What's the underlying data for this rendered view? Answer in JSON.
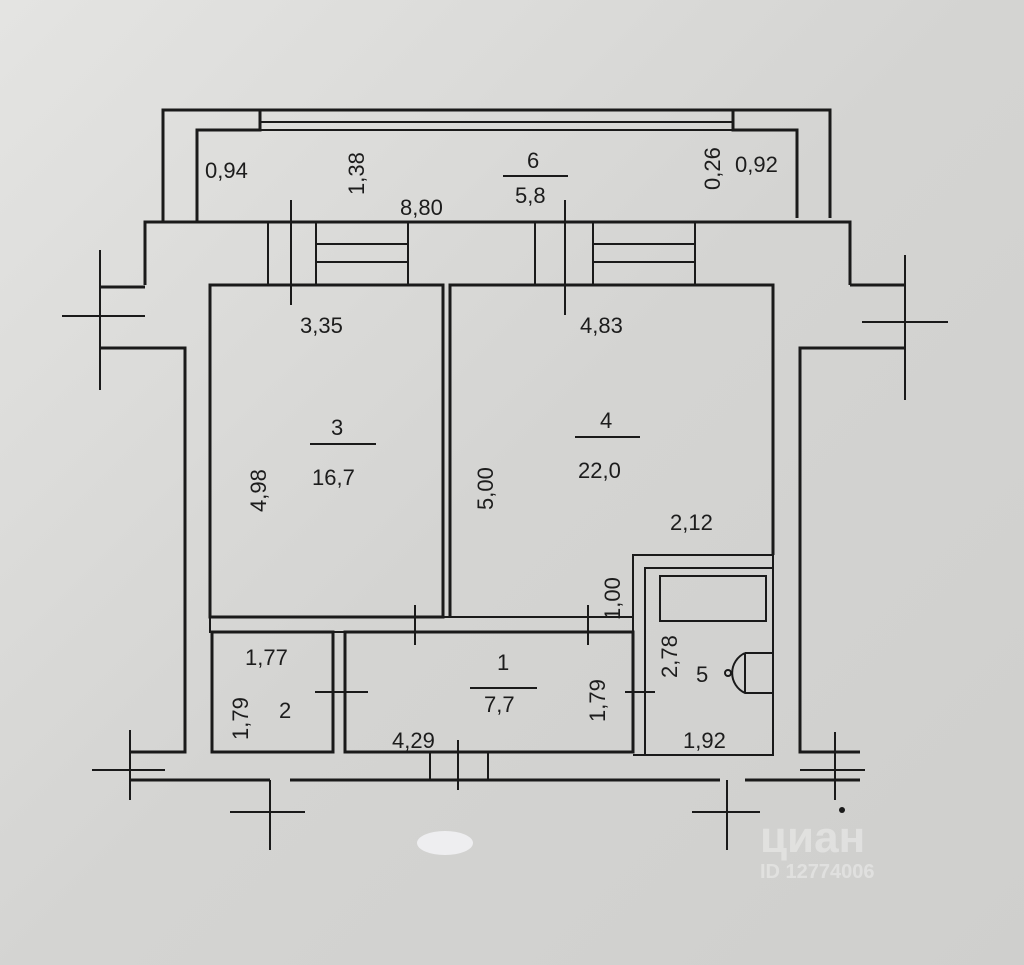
{
  "balcony": {
    "number": "6",
    "area": "5,8",
    "dims": {
      "left_width": "0,94",
      "left_depth": "1,38",
      "length": "8,80",
      "right_depth": "0,26",
      "right_width": "0,92"
    }
  },
  "rooms": [
    {
      "number": "3",
      "area": "16,7",
      "width": "3,35",
      "length": "4,98"
    },
    {
      "number": "4",
      "area": "22,0",
      "width": "4,83",
      "length": "5,00",
      "niche_width": "2,12",
      "niche_depth": "1,00"
    },
    {
      "number": "1",
      "area": "7,7",
      "length": "4,29",
      "width": "1,79"
    },
    {
      "number": "2",
      "width": "1,77",
      "length": "1,79"
    },
    {
      "number": "5",
      "width": "1,92",
      "length": "2,78"
    }
  ],
  "watermark": {
    "brand": "циан",
    "id": "ID 12774006"
  },
  "colors": {
    "ink": "#1a1a1a",
    "paper": "#d8d8d6"
  }
}
